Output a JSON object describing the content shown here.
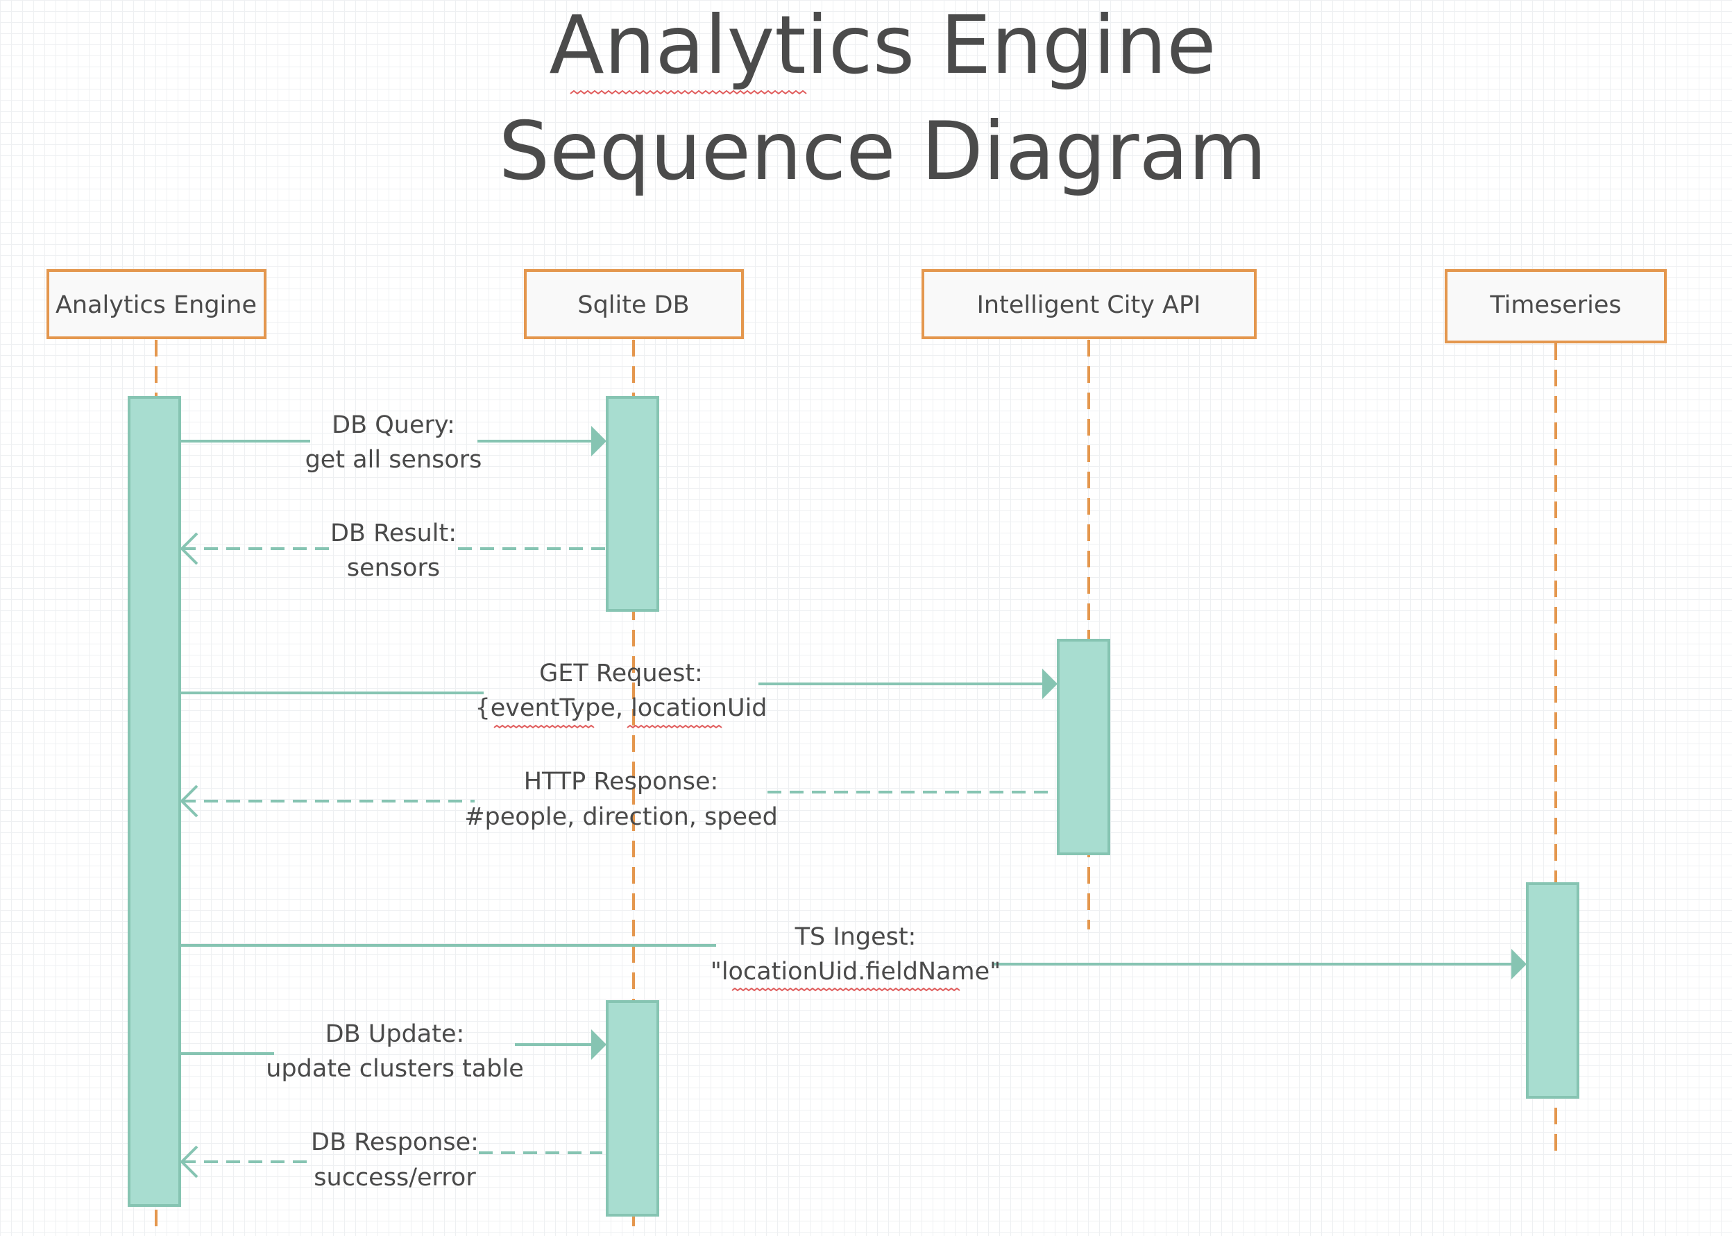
{
  "title": {
    "line1": "Analytics Engine",
    "line2": "Sequence Diagram"
  },
  "actors": [
    {
      "id": "analytics-engine",
      "label": "Analytics Engine"
    },
    {
      "id": "sqlite-db",
      "label": "Sqlite DB"
    },
    {
      "id": "intelligent-city-api",
      "label": "Intelligent City API"
    },
    {
      "id": "timeseries",
      "label": "Timeseries"
    }
  ],
  "messages": [
    {
      "from": "analytics-engine",
      "to": "sqlite-db",
      "kind": "request",
      "line1": "DB Query:",
      "line2": "get all sensors"
    },
    {
      "from": "sqlite-db",
      "to": "analytics-engine",
      "kind": "response",
      "line1": "DB Result:",
      "line2": "sensors"
    },
    {
      "from": "analytics-engine",
      "to": "intelligent-city-api",
      "kind": "request",
      "line1": "GET Request:",
      "line2": "{eventType, locationUid"
    },
    {
      "from": "intelligent-city-api",
      "to": "analytics-engine",
      "kind": "response",
      "line1": "HTTP Response:",
      "line2": "#people, direction, speed"
    },
    {
      "from": "analytics-engine",
      "to": "timeseries",
      "kind": "request",
      "line1": "TS Ingest:",
      "line2": "\"locationUid.fieldName\""
    },
    {
      "from": "analytics-engine",
      "to": "sqlite-db",
      "kind": "request",
      "line1": "DB Update:",
      "line2": "update clusters table"
    },
    {
      "from": "sqlite-db",
      "to": "analytics-engine",
      "kind": "response",
      "line1": "DB Response:",
      "line2": "success/error"
    }
  ],
  "colors": {
    "actor_border": "#e4974e",
    "lifeline": "#e4974e",
    "activation_fill": "#a8ddd0",
    "message_line": "#86c4b2",
    "text": "#4a4a4a"
  }
}
